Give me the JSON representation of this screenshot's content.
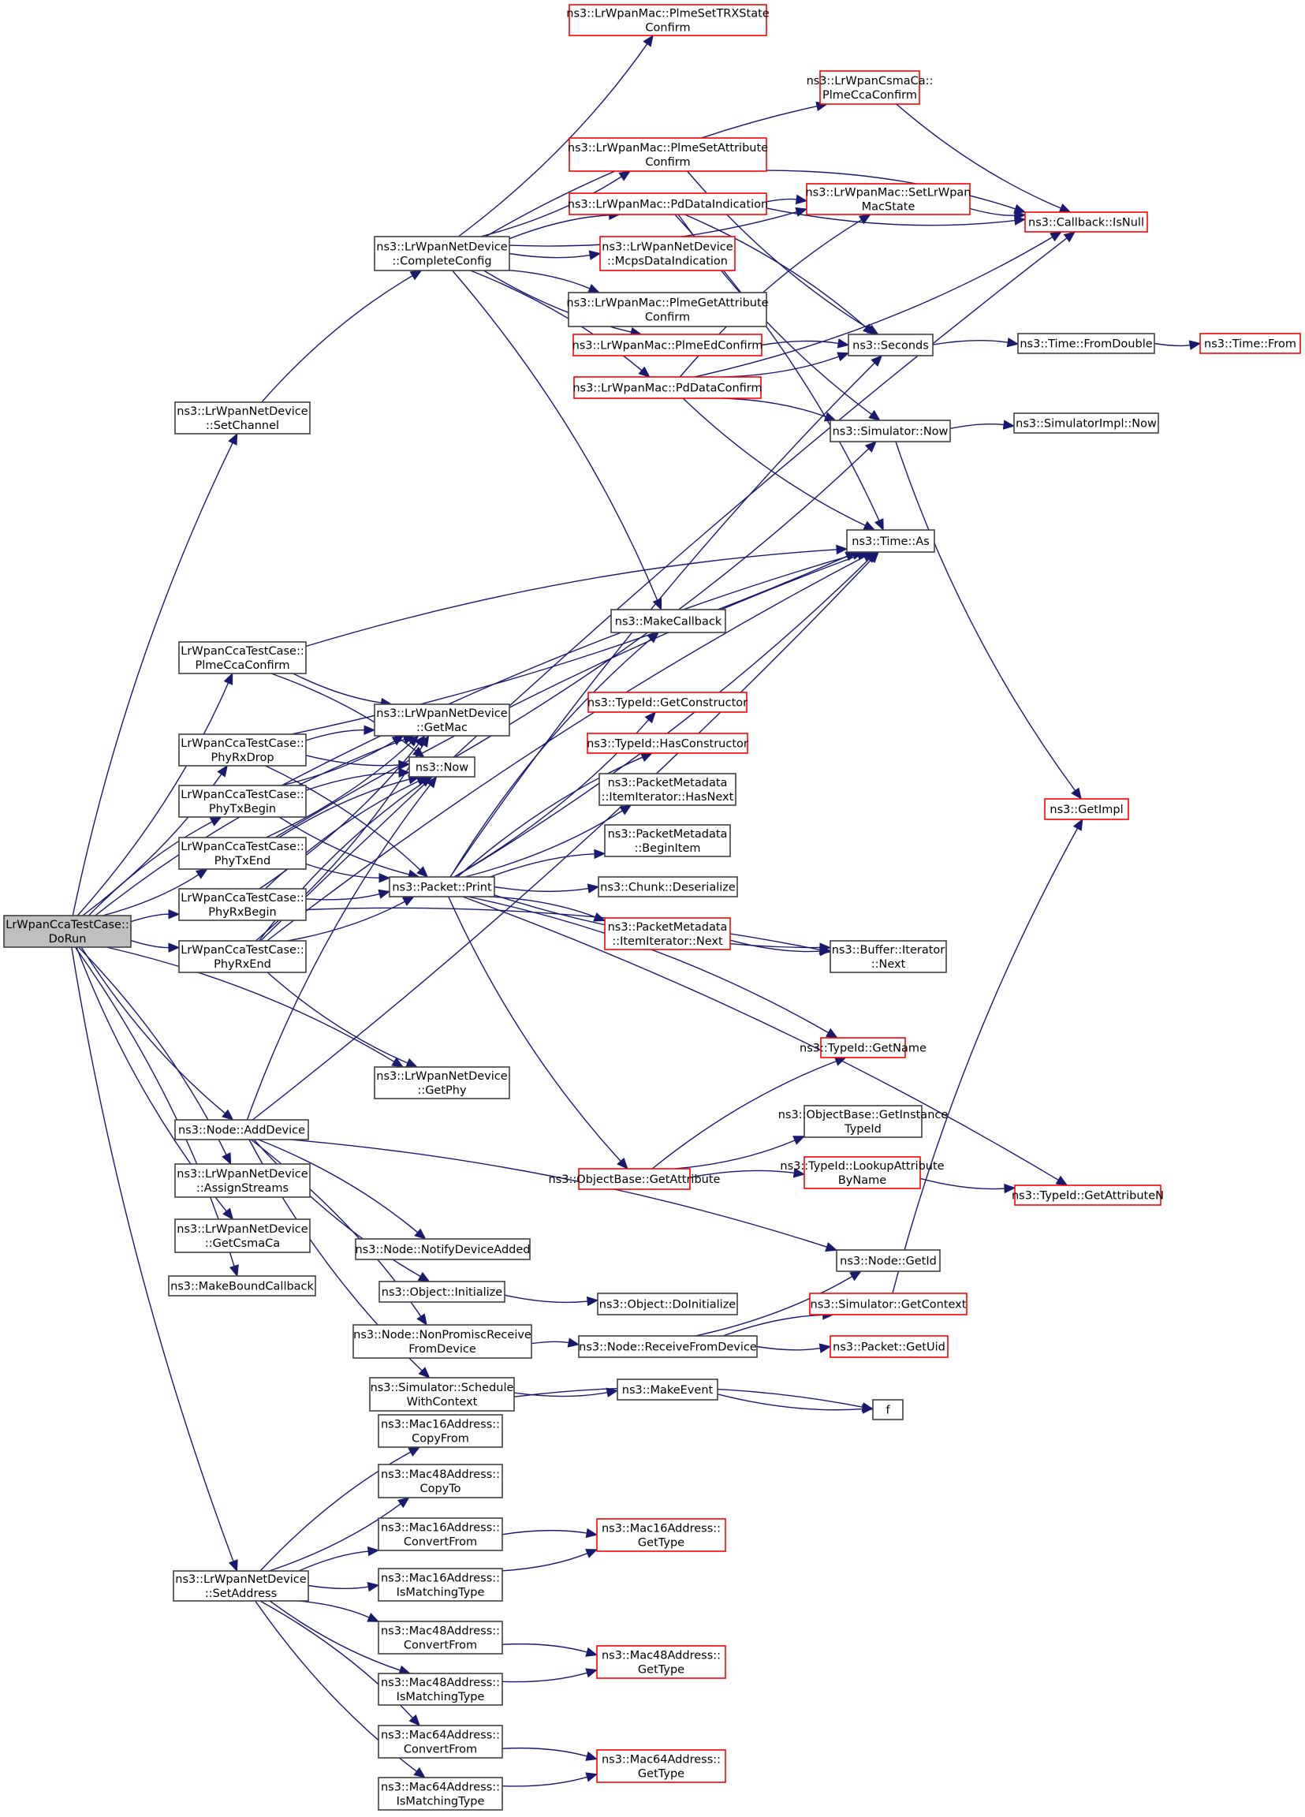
{
  "title": "LrWpanCcaTestCase::DoRun call graph",
  "colors": {
    "edge": "#191970",
    "node_border_default": "#404040",
    "node_border_truncated": "#ff0000",
    "node_fill_root": "#bfbfbf",
    "node_fill": "#ffffff"
  },
  "nodes": [
    {
      "id": "dorun",
      "lines": [
        "LrWpanCcaTestCase::",
        "DoRun"
      ],
      "kind": "root"
    },
    {
      "id": "setchannel",
      "lines": [
        "ns3::LrWpanNetDevice",
        "::SetChannel"
      ],
      "kind": "normal"
    },
    {
      "id": "completeconfig",
      "lines": [
        "ns3::LrWpanNetDevice",
        "::CompleteConfig"
      ],
      "kind": "normal"
    },
    {
      "id": "plmesettrx",
      "lines": [
        "ns3::LrWpanMac::PlmeSetTRXState",
        "Confirm"
      ],
      "kind": "truncated"
    },
    {
      "id": "csmaccaconfirm",
      "lines": [
        "ns3::LrWpanCsmaCa::",
        "PlmeCcaConfirm"
      ],
      "kind": "truncated"
    },
    {
      "id": "plmesetattr",
      "lines": [
        "ns3::LrWpanMac::PlmeSetAttribute",
        "Confirm"
      ],
      "kind": "truncated"
    },
    {
      "id": "pddataind",
      "lines": [
        "ns3::LrWpanMac::PdDataIndication"
      ],
      "kind": "truncated"
    },
    {
      "id": "mcpsdataind",
      "lines": [
        "ns3::LrWpanNetDevice",
        "::McpsDataIndication"
      ],
      "kind": "truncated"
    },
    {
      "id": "plmegetattr",
      "lines": [
        "ns3::LrWpanMac::PlmeGetAttribute",
        "Confirm"
      ],
      "kind": "normal"
    },
    {
      "id": "plmeedconfirm",
      "lines": [
        "ns3::LrWpanMac::PlmeEdConfirm"
      ],
      "kind": "truncated"
    },
    {
      "id": "pddataconfirm",
      "lines": [
        "ns3::LrWpanMac::PdDataConfirm"
      ],
      "kind": "truncated"
    },
    {
      "id": "setmacstate",
      "lines": [
        "ns3::LrWpanMac::SetLrWpan",
        "MacState"
      ],
      "kind": "truncated"
    },
    {
      "id": "isnull",
      "lines": [
        "ns3::Callback::IsNull"
      ],
      "kind": "truncated"
    },
    {
      "id": "seconds",
      "lines": [
        "ns3::Seconds"
      ],
      "kind": "normal"
    },
    {
      "id": "fromdouble",
      "lines": [
        "ns3::Time::FromDouble"
      ],
      "kind": "normal"
    },
    {
      "id": "timefrom",
      "lines": [
        "ns3::Time::From"
      ],
      "kind": "truncated"
    },
    {
      "id": "simnow",
      "lines": [
        "ns3::Simulator::Now"
      ],
      "kind": "normal"
    },
    {
      "id": "simimplnow",
      "lines": [
        "ns3::SimulatorImpl::Now"
      ],
      "kind": "normal"
    },
    {
      "id": "timeas",
      "lines": [
        "ns3::Time::As"
      ],
      "kind": "normal"
    },
    {
      "id": "makecallback",
      "lines": [
        "ns3::MakeCallback"
      ],
      "kind": "normal"
    },
    {
      "id": "getimpl",
      "lines": [
        "ns3::GetImpl"
      ],
      "kind": "truncated"
    },
    {
      "id": "tc_plmecca",
      "lines": [
        "LrWpanCcaTestCase::",
        "PlmeCcaConfirm"
      ],
      "kind": "normal"
    },
    {
      "id": "tc_phyrxdrop",
      "lines": [
        "LrWpanCcaTestCase::",
        "PhyRxDrop"
      ],
      "kind": "normal"
    },
    {
      "id": "tc_phytxbegin",
      "lines": [
        "LrWpanCcaTestCase::",
        "PhyTxBegin"
      ],
      "kind": "normal"
    },
    {
      "id": "tc_phytxend",
      "lines": [
        "LrWpanCcaTestCase::",
        "PhyTxEnd"
      ],
      "kind": "normal"
    },
    {
      "id": "tc_phyrxbegin",
      "lines": [
        "LrWpanCcaTestCase::",
        "PhyRxBegin"
      ],
      "kind": "normal"
    },
    {
      "id": "tc_phyrxend",
      "lines": [
        "LrWpanCcaTestCase::",
        "PhyRxEnd"
      ],
      "kind": "normal"
    },
    {
      "id": "getmac",
      "lines": [
        "ns3::LrWpanNetDevice",
        "::GetMac"
      ],
      "kind": "normal"
    },
    {
      "id": "ns3now",
      "lines": [
        "ns3::Now"
      ],
      "kind": "normal"
    },
    {
      "id": "packetprint",
      "lines": [
        "ns3::Packet::Print"
      ],
      "kind": "normal"
    },
    {
      "id": "getconstructor",
      "lines": [
        "ns3::TypeId::GetConstructor"
      ],
      "kind": "truncated"
    },
    {
      "id": "hasconstructor",
      "lines": [
        "ns3::TypeId::HasConstructor"
      ],
      "kind": "truncated"
    },
    {
      "id": "hasnext",
      "lines": [
        "ns3::PacketMetadata",
        "::ItemIterator::HasNext"
      ],
      "kind": "normal"
    },
    {
      "id": "beginitem",
      "lines": [
        "ns3::PacketMetadata",
        "::BeginItem"
      ],
      "kind": "normal"
    },
    {
      "id": "deserialize",
      "lines": [
        "ns3::Chunk::Deserialize"
      ],
      "kind": "normal"
    },
    {
      "id": "itemnext",
      "lines": [
        "ns3::PacketMetadata",
        "::ItemIterator::Next"
      ],
      "kind": "truncated"
    },
    {
      "id": "bufnext",
      "lines": [
        "ns3::Buffer::Iterator",
        "::Next"
      ],
      "kind": "normal"
    },
    {
      "id": "getname",
      "lines": [
        "ns3::TypeId::GetName"
      ],
      "kind": "truncated"
    },
    {
      "id": "getinstancetypeid",
      "lines": [
        "ns3::ObjectBase::GetInstance",
        "TypeId"
      ],
      "kind": "normal"
    },
    {
      "id": "getattribute",
      "lines": [
        "ns3::ObjectBase::GetAttribute"
      ],
      "kind": "truncated"
    },
    {
      "id": "lookupattr",
      "lines": [
        "ns3::TypeId::LookupAttribute",
        "ByName"
      ],
      "kind": "truncated"
    },
    {
      "id": "getattributen",
      "lines": [
        "ns3::TypeId::GetAttributeN"
      ],
      "kind": "truncated"
    },
    {
      "id": "getphy",
      "lines": [
        "ns3::LrWpanNetDevice",
        "::GetPhy"
      ],
      "kind": "normal"
    },
    {
      "id": "adddevice",
      "lines": [
        "ns3::Node::AddDevice"
      ],
      "kind": "normal"
    },
    {
      "id": "assignstreams",
      "lines": [
        "ns3::LrWpanNetDevice",
        "::AssignStreams"
      ],
      "kind": "normal"
    },
    {
      "id": "getcsmaca",
      "lines": [
        "ns3::LrWpanNetDevice",
        "::GetCsmaCa"
      ],
      "kind": "normal"
    },
    {
      "id": "makeboundcb",
      "lines": [
        "ns3::MakeBoundCallback"
      ],
      "kind": "normal"
    },
    {
      "id": "notifydevice",
      "lines": [
        "ns3::Node::NotifyDeviceAdded"
      ],
      "kind": "normal"
    },
    {
      "id": "objinit",
      "lines": [
        "ns3::Object::Initialize"
      ],
      "kind": "normal"
    },
    {
      "id": "nonpromisc",
      "lines": [
        "ns3::Node::NonPromiscReceive",
        "FromDevice"
      ],
      "kind": "normal"
    },
    {
      "id": "schedctx",
      "lines": [
        "ns3::Simulator::Schedule",
        "WithContext"
      ],
      "kind": "normal"
    },
    {
      "id": "nodegetid",
      "lines": [
        "ns3::Node::GetId"
      ],
      "kind": "normal"
    },
    {
      "id": "doinit",
      "lines": [
        "ns3::Object::DoInitialize"
      ],
      "kind": "normal"
    },
    {
      "id": "getcontext",
      "lines": [
        "ns3::Simulator::GetContext"
      ],
      "kind": "truncated"
    },
    {
      "id": "recvfromdev",
      "lines": [
        "ns3::Node::ReceiveFromDevice"
      ],
      "kind": "normal"
    },
    {
      "id": "getuid",
      "lines": [
        "ns3::Packet::GetUid"
      ],
      "kind": "truncated"
    },
    {
      "id": "makeevent",
      "lines": [
        "ns3::MakeEvent"
      ],
      "kind": "normal"
    },
    {
      "id": "f",
      "lines": [
        "f"
      ],
      "kind": "normal"
    },
    {
      "id": "setaddress",
      "lines": [
        "ns3::LrWpanNetDevice",
        "::SetAddress"
      ],
      "kind": "normal"
    },
    {
      "id": "m16copyfrom",
      "lines": [
        "ns3::Mac16Address::",
        "CopyFrom"
      ],
      "kind": "normal"
    },
    {
      "id": "m48copyto",
      "lines": [
        "ns3::Mac48Address::",
        "CopyTo"
      ],
      "kind": "normal"
    },
    {
      "id": "m16convert",
      "lines": [
        "ns3::Mac16Address::",
        "ConvertFrom"
      ],
      "kind": "normal"
    },
    {
      "id": "m16match",
      "lines": [
        "ns3::Mac16Address::",
        "IsMatchingType"
      ],
      "kind": "normal"
    },
    {
      "id": "m48convert",
      "lines": [
        "ns3::Mac48Address::",
        "ConvertFrom"
      ],
      "kind": "normal"
    },
    {
      "id": "m48match",
      "lines": [
        "ns3::Mac48Address::",
        "IsMatchingType"
      ],
      "kind": "normal"
    },
    {
      "id": "m64convert",
      "lines": [
        "ns3::Mac64Address::",
        "ConvertFrom"
      ],
      "kind": "normal"
    },
    {
      "id": "m64match",
      "lines": [
        "ns3::Mac64Address::",
        "IsMatchingType"
      ],
      "kind": "normal"
    },
    {
      "id": "m16gettype",
      "lines": [
        "ns3::Mac16Address::",
        "GetType"
      ],
      "kind": "truncated"
    },
    {
      "id": "m48gettype",
      "lines": [
        "ns3::Mac48Address::",
        "GetType"
      ],
      "kind": "truncated"
    },
    {
      "id": "m64gettype",
      "lines": [
        "ns3::Mac64Address::",
        "GetType"
      ],
      "kind": "truncated"
    }
  ],
  "edges": [
    [
      "dorun",
      "setchannel"
    ],
    [
      "dorun",
      "tc_plmecca"
    ],
    [
      "dorun",
      "getmac"
    ],
    [
      "dorun",
      "tc_phyrxdrop"
    ],
    [
      "dorun",
      "tc_phytxbegin"
    ],
    [
      "dorun",
      "tc_phytxend"
    ],
    [
      "dorun",
      "tc_phyrxbegin"
    ],
    [
      "dorun",
      "tc_phyrxend"
    ],
    [
      "dorun",
      "getphy"
    ],
    [
      "dorun",
      "adddevice"
    ],
    [
      "dorun",
      "assignstreams"
    ],
    [
      "dorun",
      "getcsmaca"
    ],
    [
      "dorun",
      "makeboundcb"
    ],
    [
      "dorun",
      "setaddress"
    ],
    [
      "setchannel",
      "completeconfig"
    ],
    [
      "completeconfig",
      "plmesettrx"
    ],
    [
      "completeconfig",
      "csmaccaconfirm"
    ],
    [
      "completeconfig",
      "plmesetattr"
    ],
    [
      "completeconfig",
      "pddataind"
    ],
    [
      "completeconfig",
      "mcpsdataind"
    ],
    [
      "completeconfig",
      "plmegetattr"
    ],
    [
      "completeconfig",
      "plmeedconfirm"
    ],
    [
      "completeconfig",
      "pddataconfirm"
    ],
    [
      "completeconfig",
      "setmacstate"
    ],
    [
      "completeconfig",
      "makecallback"
    ],
    [
      "csmaccaconfirm",
      "isnull"
    ],
    [
      "plmesetattr",
      "isnull"
    ],
    [
      "plmesetattr",
      "seconds"
    ],
    [
      "pddataind",
      "setmacstate"
    ],
    [
      "pddataind",
      "isnull"
    ],
    [
      "pddataind",
      "seconds"
    ],
    [
      "pddataind",
      "simnow"
    ],
    [
      "pddataind",
      "timeas"
    ],
    [
      "setmacstate",
      "isnull"
    ],
    [
      "plmeedconfirm",
      "seconds"
    ],
    [
      "pddataconfirm",
      "seconds"
    ],
    [
      "pddataconfirm",
      "setmacstate"
    ],
    [
      "pddataconfirm",
      "isnull"
    ],
    [
      "pddataconfirm",
      "simnow"
    ],
    [
      "pddataconfirm",
      "timeas"
    ],
    [
      "seconds",
      "fromdouble"
    ],
    [
      "fromdouble",
      "timefrom"
    ],
    [
      "simnow",
      "simimplnow"
    ],
    [
      "simnow",
      "getimpl"
    ],
    [
      "tc_plmecca",
      "timeas"
    ],
    [
      "tc_plmecca",
      "getmac"
    ],
    [
      "tc_plmecca",
      "ns3now"
    ],
    [
      "tc_phyrxdrop",
      "timeas"
    ],
    [
      "tc_phyrxdrop",
      "getmac"
    ],
    [
      "tc_phyrxdrop",
      "ns3now"
    ],
    [
      "tc_phyrxdrop",
      "packetprint"
    ],
    [
      "tc_phytxbegin",
      "getmac"
    ],
    [
      "tc_phytxbegin",
      "ns3now"
    ],
    [
      "tc_phytxbegin",
      "packetprint"
    ],
    [
      "tc_phytxbegin",
      "timeas"
    ],
    [
      "tc_phytxend",
      "getmac"
    ],
    [
      "tc_phytxend",
      "ns3now"
    ],
    [
      "tc_phytxend",
      "packetprint"
    ],
    [
      "tc_phytxend",
      "timeas"
    ],
    [
      "tc_phyrxbegin",
      "getmac"
    ],
    [
      "tc_phyrxbegin",
      "ns3now"
    ],
    [
      "tc_phyrxbegin",
      "packetprint"
    ],
    [
      "tc_phyrxbegin",
      "bufnext"
    ],
    [
      "tc_phyrxend",
      "getmac"
    ],
    [
      "tc_phyrxend",
      "ns3now"
    ],
    [
      "tc_phyrxend",
      "packetprint"
    ],
    [
      "tc_phyrxend",
      "isnull"
    ],
    [
      "tc_phyrxend",
      "getphy"
    ],
    [
      "tc_phyrxend",
      "timeas"
    ],
    [
      "ns3now",
      "simnow"
    ],
    [
      "packetprint",
      "makecallback"
    ],
    [
      "packetprint",
      "getconstructor"
    ],
    [
      "packetprint",
      "hasconstructor"
    ],
    [
      "packetprint",
      "hasnext"
    ],
    [
      "packetprint",
      "beginitem"
    ],
    [
      "packetprint",
      "deserialize"
    ],
    [
      "packetprint",
      "itemnext"
    ],
    [
      "packetprint",
      "bufnext"
    ],
    [
      "packetprint",
      "getname"
    ],
    [
      "packetprint",
      "getattribute"
    ],
    [
      "packetprint",
      "getattributen"
    ],
    [
      "packetprint",
      "timeas"
    ],
    [
      "packetprint",
      "seconds"
    ],
    [
      "itemnext",
      "bufnext"
    ],
    [
      "getattribute",
      "getname"
    ],
    [
      "getattribute",
      "getinstancetypeid"
    ],
    [
      "getattribute",
      "lookupattr"
    ],
    [
      "lookupattr",
      "getattributen"
    ],
    [
      "adddevice",
      "ns3now"
    ],
    [
      "adddevice",
      "timeas"
    ],
    [
      "adddevice",
      "notifydevice"
    ],
    [
      "adddevice",
      "objinit"
    ],
    [
      "adddevice",
      "nonpromisc"
    ],
    [
      "adddevice",
      "schedctx"
    ],
    [
      "adddevice",
      "nodegetid"
    ],
    [
      "objinit",
      "doinit"
    ],
    [
      "nonpromisc",
      "recvfromdev"
    ],
    [
      "recvfromdev",
      "nodegetid"
    ],
    [
      "recvfromdev",
      "getcontext"
    ],
    [
      "recvfromdev",
      "getuid"
    ],
    [
      "getcontext",
      "getimpl"
    ],
    [
      "schedctx",
      "makeevent"
    ],
    [
      "schedctx",
      "f"
    ],
    [
      "makeevent",
      "f"
    ],
    [
      "setaddress",
      "m16copyfrom"
    ],
    [
      "setaddress",
      "m48copyto"
    ],
    [
      "setaddress",
      "m16convert"
    ],
    [
      "setaddress",
      "m16match"
    ],
    [
      "setaddress",
      "m48convert"
    ],
    [
      "setaddress",
      "m48match"
    ],
    [
      "setaddress",
      "m64convert"
    ],
    [
      "setaddress",
      "m64match"
    ],
    [
      "m16convert",
      "m16gettype"
    ],
    [
      "m16match",
      "m16gettype"
    ],
    [
      "m48convert",
      "m48gettype"
    ],
    [
      "m48match",
      "m48gettype"
    ],
    [
      "m64convert",
      "m64gettype"
    ],
    [
      "m64match",
      "m64gettype"
    ]
  ]
}
